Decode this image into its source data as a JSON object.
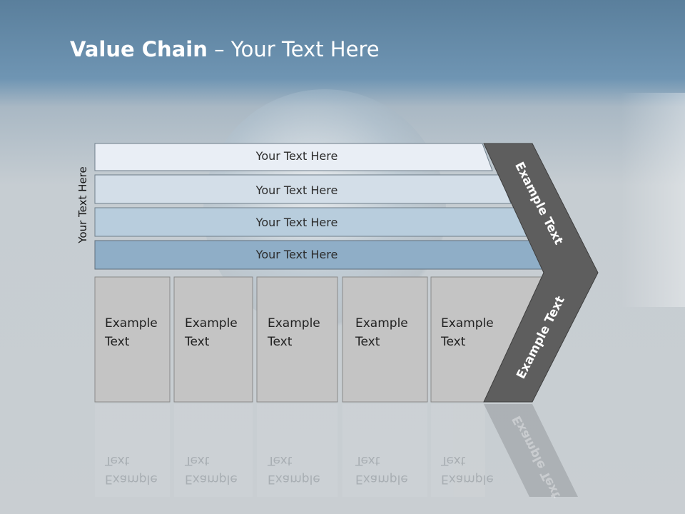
{
  "title": {
    "bold": "Value Chain",
    "rest": " – Your Text Here"
  },
  "side_label": "Your Text Here",
  "bars": [
    {
      "label": "Your Text Here"
    },
    {
      "label": "Your Text Here"
    },
    {
      "label": "Your Text Here"
    },
    {
      "label": "Your Text Here"
    }
  ],
  "boxes": [
    {
      "line1": "Example",
      "line2": "Text"
    },
    {
      "line1": "Example",
      "line2": "Text"
    },
    {
      "line1": "Example",
      "line2": "Text"
    },
    {
      "line1": "Example",
      "line2": "Text"
    },
    {
      "line1": "Example",
      "line2": "Text"
    }
  ],
  "chevron": {
    "upper_label": "Example Text",
    "lower_label": "Example Text"
  },
  "colors": {
    "bar1": "#e9eef5",
    "bar2": "#d3dee8",
    "bar3": "#b8cddd",
    "bar4": "#8faec7",
    "box": "#c4c4c4",
    "chevron": "#5e5e5e"
  }
}
